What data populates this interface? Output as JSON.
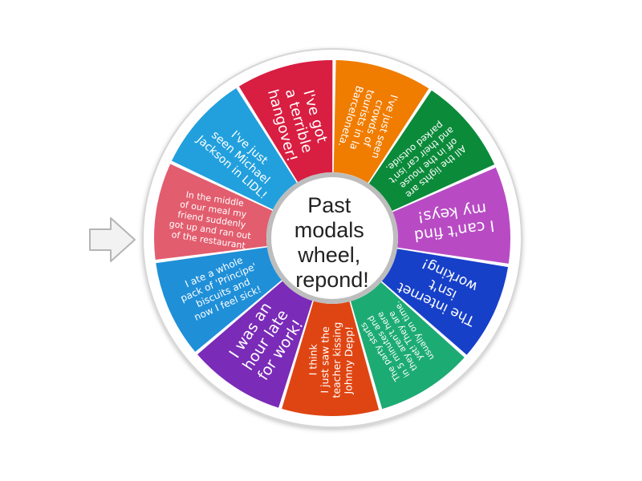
{
  "wheel": {
    "title_lines": [
      "Past",
      "modals",
      "wheel,",
      "repond!"
    ],
    "pointer_icon": "arrow-right-icon",
    "segments": [
      {
        "lines": [
          "I've just seen",
          "crowds of",
          "tourists in la",
          "Barceloneta."
        ],
        "color": "#f07c00"
      },
      {
        "lines": [
          "All the lights are",
          "off in the house",
          "and their car isn't",
          "parked outside."
        ],
        "color": "#0b8a3a"
      },
      {
        "lines": [
          "I can't find",
          "my keys!"
        ],
        "color": "#b84bc4"
      },
      {
        "lines": [
          "The internet",
          "isn't",
          "working!"
        ],
        "color": "#1740c9"
      },
      {
        "lines": [
          "The party starts",
          "in 5 minutes and",
          "they aren't here",
          "yet! They are",
          "usually on time."
        ],
        "color": "#1dab74"
      },
      {
        "lines": [
          "I think",
          "I just saw the",
          "teacher kissing",
          "Johnny Depp!"
        ],
        "color": "#df4512"
      },
      {
        "lines": [
          "I was an",
          "hour late",
          "for work!"
        ],
        "color": "#7a2bb7"
      },
      {
        "lines": [
          "I ate a whole",
          "pack of 'Principe'",
          "biscuits and",
          "now I feel sick!"
        ],
        "color": "#1f8fd8"
      },
      {
        "lines": [
          "In the middle",
          "of our meal my",
          "friend suddenly",
          "got up and ran out",
          "of the restaurant"
        ],
        "color": "#e25d6e"
      },
      {
        "lines": [
          "I've just",
          "seen Michael",
          "Jackson in LIDL!"
        ],
        "color": "#22a0dd"
      },
      {
        "lines": [
          "I've got",
          "a terrible",
          "hangover!"
        ],
        "color": "#d81e41"
      }
    ]
  }
}
